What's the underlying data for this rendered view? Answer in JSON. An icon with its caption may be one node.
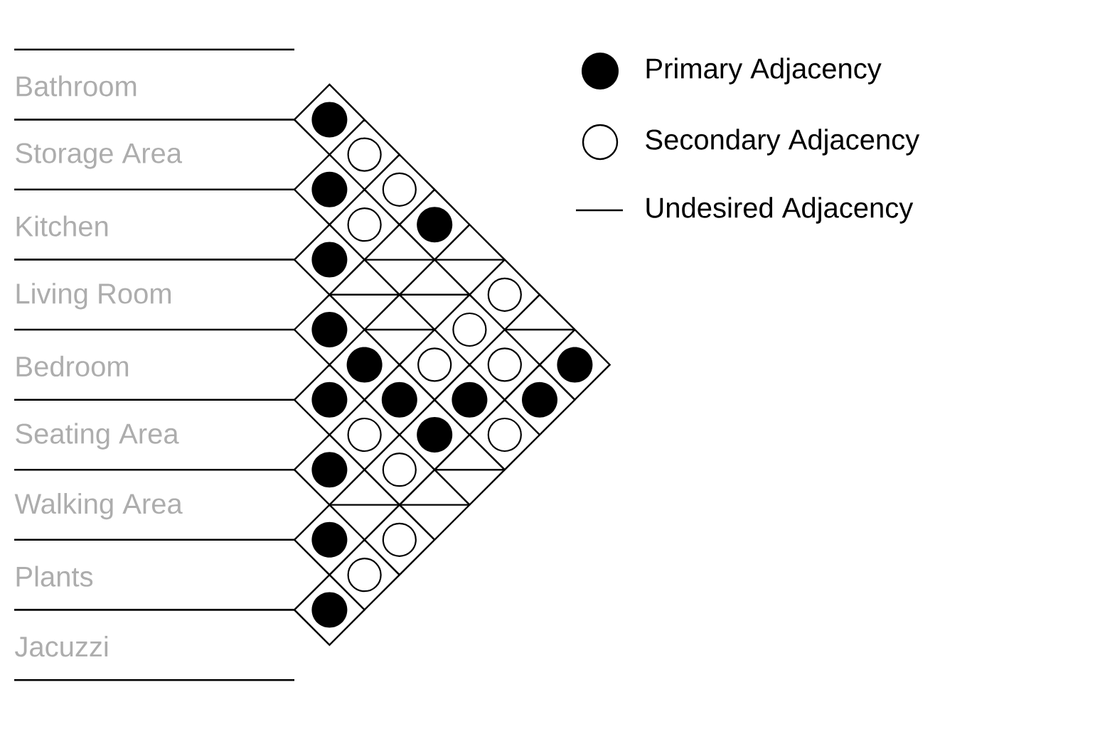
{
  "diagram": {
    "nodes": [
      {
        "text": [
          "Bathroom"
        ]
      },
      {
        "text": [
          "Storage Area"
        ]
      },
      {
        "text": [
          "Kitchen"
        ]
      },
      {
        "text": [
          "Living Room"
        ]
      },
      {
        "text": [
          "Bedroom"
        ]
      },
      {
        "text": [
          "Seating Area"
        ]
      },
      {
        "text": [
          "Walking Area"
        ]
      },
      {
        "text": [
          "Plants"
        ]
      },
      {
        "text": [
          "Jacuzzi"
        ]
      },
      {
        "text": [],
        "shape": "dot"
      },
      {
        "text": [],
        "shape": "circle"
      },
      {
        "text": [],
        "shape": "dot"
      },
      {
        "text": [],
        "shape": "circle"
      },
      {
        "text": [],
        "shape": "circle"
      },
      {
        "text": [],
        "shape": "dot"
      },
      {
        "text": [],
        "shape": "dot"
      },
      {
        "text": [],
        "shape": "line"
      },
      {
        "text": [],
        "shape": "line"
      },
      {
        "text": [],
        "shape": "line"
      },
      {
        "text": [],
        "shape": "line"
      },
      {
        "text": [],
        "shape": "circle"
      },
      {
        "text": [],
        "shape": "dot"
      },
      {
        "text": [],
        "shape": "line"
      },
      {
        "text": [],
        "shape": "circle"
      },
      {
        "text": [],
        "shape": "line"
      },
      {
        "text": [],
        "shape": "dot"
      },
      {
        "text": [],
        "shape": "circle"
      },
      {
        "text": [],
        "shape": "circle"
      },
      {
        "text": [],
        "shape": "dot"
      },
      {
        "text": [],
        "shape": "dot"
      },
      {
        "text": [],
        "shape": "dot"
      },
      {
        "text": [],
        "shape": "dot"
      },
      {
        "text": [],
        "shape": "dot"
      },
      {
        "text": [],
        "shape": "circle"
      },
      {
        "text": [],
        "shape": "dot"
      },
      {
        "text": [],
        "shape": "circle"
      },
      {
        "text": [],
        "shape": "dot"
      },
      {
        "text": [],
        "shape": "circle"
      },
      {
        "text": [],
        "shape": "line"
      },
      {
        "text": [],
        "shape": "line"
      },
      {
        "text": [],
        "shape": "line"
      },
      {
        "text": [],
        "shape": "dot"
      },
      {
        "text": [],
        "shape": "circle"
      },
      {
        "text": [],
        "shape": "circle"
      },
      {
        "text": [],
        "shape": "dot"
      }
    ],
    "legend": [
      {
        "text": "Primary Adjacency"
      },
      {
        "text": "Secondary Adjacency"
      },
      {
        "text": "Undesired Adjacency"
      }
    ]
  }
}
